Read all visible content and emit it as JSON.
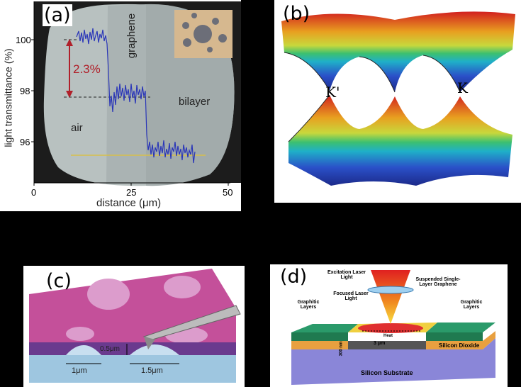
{
  "panels": {
    "a": {
      "label": "(a)",
      "ylabel": "light transmittance (%)",
      "xlabel": "distance (μm)",
      "yticks": [
        "100",
        "98",
        "96"
      ],
      "xticks": [
        "0",
        "25",
        "50"
      ],
      "annotation": "2.3%",
      "region_labels": {
        "air": "air",
        "graphene": "graphene",
        "bilayer": "bilayer"
      },
      "colors": {
        "trace": "#2a36b8",
        "arrow": "#b0202a",
        "yellow_line": "#d8c04a"
      }
    },
    "b": {
      "label": "(b)",
      "k_prime": "K'",
      "k": "K"
    },
    "c": {
      "label": "(c)",
      "height_label": "0.5μm",
      "width1_label": "1μm",
      "width2_label": "1.5μm"
    },
    "d": {
      "label": "(d)",
      "excitation": "Excitation Laser Light",
      "focused": "Focused Laser Light",
      "suspended": "Suspended Single-Layer Graphene",
      "graphitic_left": "Graphitic Layers",
      "graphitic_right": "Graphitic Layers",
      "heat": "Heat",
      "gap_label": "3 μm",
      "depth_label": "300 nm",
      "silicon_dioxide": "Silicon Dioxide",
      "silicon_substrate": "Silicon Substrate"
    }
  }
}
